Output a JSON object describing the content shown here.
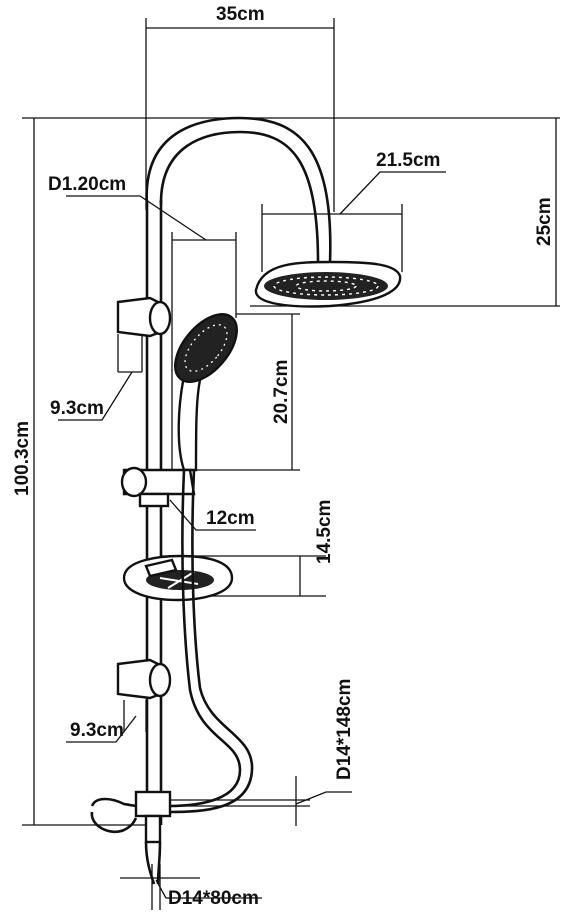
{
  "diagram": {
    "dimensions": {
      "width_top": "35cm",
      "head_diameter": "21.5cm",
      "arm_diameter": "D1.20cm",
      "head_height": "25cm",
      "handshower_drop": "20.7cm",
      "bracket_top": "9.3cm",
      "total_height": "100.3cm",
      "slider_offset": "12cm",
      "dish_height": "14.5cm",
      "bracket_bottom": "9.3cm",
      "hose_spec": "D14*148cm",
      "inlet_spec": "D14*80cm"
    }
  }
}
